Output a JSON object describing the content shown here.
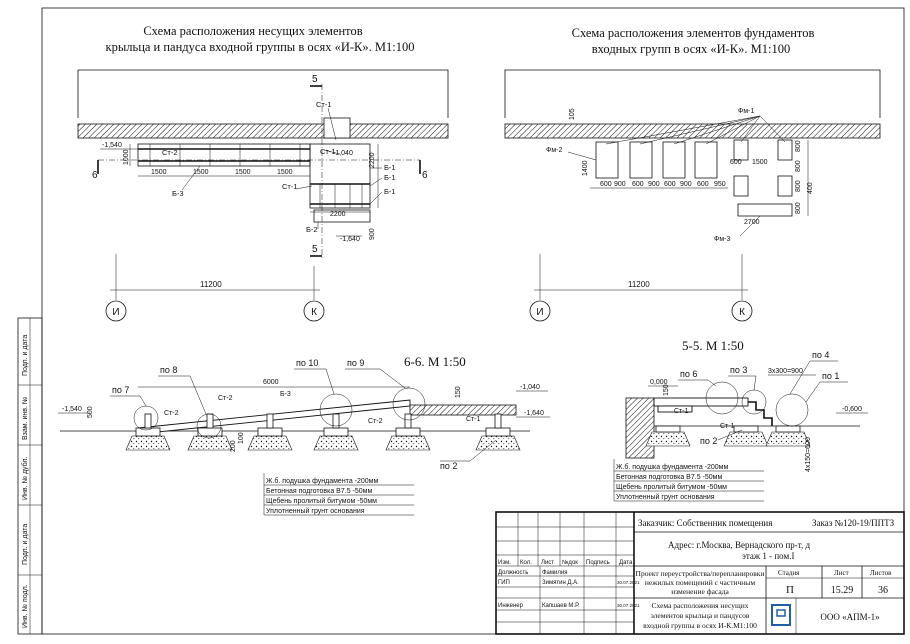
{
  "plan_left": {
    "title_line1": "Схема расположения  несущих элементов",
    "title_line2": "крыльца и пандуса входной группы в осях «И-К». М1:100",
    "labels": {
      "st1_top": "Ст-1",
      "st1_mid": "Ст-1",
      "st1_low": "Ст-1",
      "st2": "Ст-2",
      "b1a": "Б-1",
      "b1b": "Б-1",
      "b1c": "Б-1",
      "b2": "Б-2",
      "b3": "Б-3",
      "sec5_top": "5",
      "sec5_bot": "5",
      "sec6_left": "6",
      "sec6_right": "6"
    },
    "dims": {
      "d1500a": "1500",
      "d1500b": "1500",
      "d1500c": "1500",
      "d1500d": "1500",
      "d1000": "1000",
      "d2200h": "2200",
      "d2200v": "2200",
      "d900": "900",
      "lvl_1540": "-1,540",
      "lvl_1040": "-1,040",
      "lvl_1640": "-1,640",
      "span": "11200"
    },
    "axes": {
      "left": "И",
      "right": "К"
    }
  },
  "plan_right": {
    "title_line1": "Схема расположения элементов фундаментов",
    "title_line2": "входных групп в осях «И-К». М1:100",
    "labels": {
      "fm1": "Фм-1",
      "fm2": "Фм-2",
      "fm3": "Фм-3"
    },
    "dims": {
      "d105": "105",
      "d1400": "1400",
      "d1500": "1500",
      "d2700": "2700",
      "d800a": "800",
      "d800b": "800",
      "d800c": "800",
      "d800d": "800",
      "d600": "600",
      "d400": "400",
      "bottom_row": [
        "600",
        "900",
        "600",
        "900",
        "600",
        "900",
        "600",
        "950"
      ],
      "span": "11200"
    },
    "axes": {
      "left": "И",
      "right": "К"
    }
  },
  "section66": {
    "title": "6-6. М 1:50",
    "labels": {
      "po7": "по 7",
      "po8": "по 8",
      "po10": "по 10",
      "po9": "по 9",
      "po2": "по 2",
      "st2a": "Ст-2",
      "st2b": "Ст-2",
      "st2c": "Ст-2",
      "b3": "Б-3",
      "st1": "Ст-1"
    },
    "dims": {
      "d6000": "6000",
      "d500": "500",
      "d200": "200",
      "d100": "100",
      "d150": "150",
      "lvl_1540": "-1,540",
      "lvl_1040": "-1,040",
      "lvl_1640": "-1,640"
    },
    "legend": [
      "Ж.б. подушка фундамента  -200мм",
      "Бетонная подготовка B7.5       -50мм",
      "Щебень пролитый битумом  -50мм",
      "Уплотненный грунт основания"
    ]
  },
  "section55": {
    "title": "5-5. М 1:50",
    "labels": {
      "po6": "по 6",
      "po3": "по 3",
      "po4": "по 4",
      "po1": "по 1",
      "po2": "по 2",
      "st1a": "Ст-1",
      "st1b": "Ст-1"
    },
    "dims": {
      "d3x300": "3х300=900",
      "d150": "150",
      "lvl_000": "0,000",
      "lvl_600": "-0,600",
      "d4x150": "4х150=600"
    },
    "legend": [
      "Ж.б. подушка фундамента  -200мм",
      "Бетонная подготовка B7.5       -50мм",
      "Щебень пролитый битумом  -50мм",
      "Уплотненный грунт основания"
    ]
  },
  "side_stamp": [
    "Подп. и дата",
    "Взам. инв. №",
    "Инв. № дубл.",
    "Подп. и дата",
    "Инв. № подл."
  ],
  "title_block": {
    "customer": "Заказчик: Собственник помещения",
    "order": "Заказ №120-19/ППТЗ",
    "address_line1": "Адрес: г.Москва, Вернадского пр-т, д",
    "address_line2": "этаж 1 - пом.I",
    "header_cols": [
      "Изм.",
      "Кол.",
      "Лист",
      "№док",
      "Подпись",
      "Дата"
    ],
    "rows": [
      {
        "role": "Должность",
        "name": "Фамилия",
        "date": ""
      },
      {
        "role": "ГИП",
        "name": "Зимятин Д.А.",
        "date": "30.07.2021"
      },
      {
        "role": "Инженер",
        "name": "Капшаев М.Р.",
        "date": "30.07.2021"
      }
    ],
    "project_line1": "Проект переустройства/перепланировки",
    "project_line2": "нежилых помещений с частичным",
    "project_line3": "изменение фасада",
    "stage_head": "Стадия",
    "sheet_head": "Лист",
    "sheets_head": "Листов",
    "stage": "П",
    "sheet": "15.29",
    "sheets": "36",
    "drawing_line1": "Схема расположения несущих",
    "drawing_line2": "элементов крыльца и пандусов",
    "drawing_line3": "входной группы в осях И-К.М1:100",
    "company": "ООО «АПМ-1»"
  },
  "colors": {
    "ink": "#111111",
    "logo": "#1f5fa8"
  }
}
